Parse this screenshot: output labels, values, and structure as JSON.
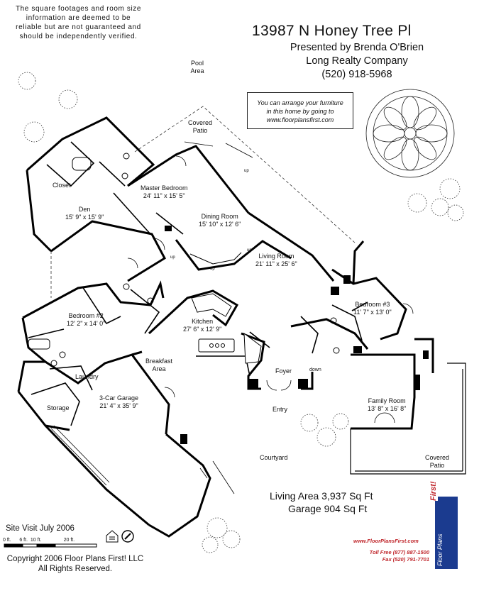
{
  "disclaimer": {
    "line1": "The square footages and room size",
    "line2": "information are deemed to be",
    "line3": "reliable but are not guaranteed and",
    "line4": "should be independently verified."
  },
  "header": {
    "address": "13987 N Honey Tree Pl",
    "presented_by": "Presented by Brenda O'Brien",
    "company": "Long Realty Company",
    "phone": "(520) 918-5968"
  },
  "furniture_note": {
    "line1": "You can arrange your furniture",
    "line2": "in this home by going to",
    "line3": "www.floorplansfirst.com"
  },
  "rooms": {
    "pool_area": "Pool Area",
    "covered_patio_top": "Covered Patio",
    "closet": "Closet",
    "master_bedroom": {
      "name": "Master Bedroom",
      "dims": "24' 11\" x 15' 5\""
    },
    "dining_room": {
      "name": "Dining Room",
      "dims": "15' 10\" x 12' 6\""
    },
    "den": {
      "name": "Den",
      "dims": "15' 9\" x 15' 9\""
    },
    "living_room": {
      "name": "Living Room",
      "dims": "21' 11\" x 25' 6\""
    },
    "bedroom2": {
      "name": "Bedroom #2",
      "dims": "12' 2\" x 14' 0\""
    },
    "kitchen": {
      "name": "Kitchen",
      "dims": "27' 6\" x 12' 9\""
    },
    "bedroom3": {
      "name": "Bedroom #3",
      "dims": "11' 7\" x 13' 0\""
    },
    "breakfast_area": "Breakfast Area",
    "laundry": "Laundry",
    "foyer": "Foyer",
    "down": "down",
    "storage": "Storage",
    "garage": {
      "name": "3-Car Garage",
      "dims": "21' 4\" x 35' 9\""
    },
    "family_room": {
      "name": "Family Room",
      "dims": "13' 8\" x 16' 8\""
    },
    "entry": "Entry",
    "courtyard": "Courtyard",
    "covered_patio_bottom": "Covered Patio",
    "up1": "up",
    "up2": "up",
    "up3": "up",
    "up4": "up"
  },
  "areas": {
    "living": "Living Area 3,937 Sq Ft",
    "garage": "Garage 904 Sq Ft"
  },
  "footer": {
    "site_visit": "Site Visit July 2006",
    "scale": "0 ft.      6 ft.  10 ft.                20 ft.",
    "copyright": "Copyright 2006 Floor Plans First! LLC",
    "rights": "All Rights Reserved.",
    "website": "www.FloorPlansFirst.com",
    "toll_free": "Toll Free (877) 887-1500",
    "fax": "Fax (520) 791-7701",
    "logo_text": "Floor Plans",
    "logo_brand": "First!"
  },
  "colors": {
    "wall": "#000000",
    "brand_red": "#c0282d",
    "brand_blue": "#1b3b8f"
  }
}
